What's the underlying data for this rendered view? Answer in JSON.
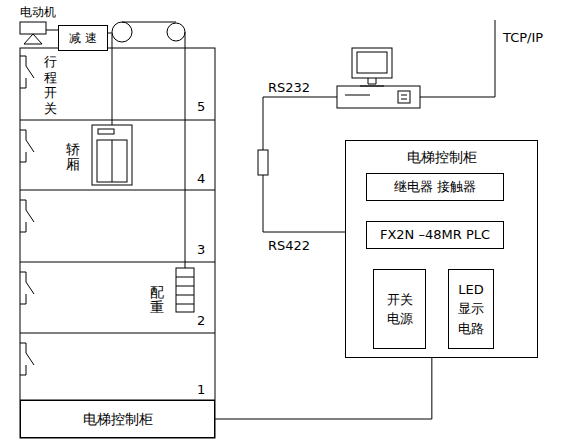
{
  "diagram": {
    "nodes": [
      {
        "text": [
          "减 速"
        ]
      },
      {
        "text": [
          "轿厢"
        ]
      },
      {
        "text": [
          "配重"
        ]
      },
      {
        "text": [
          "电梯控制柜"
        ]
      },
      {
        "text": [
          "电梯控制柜"
        ]
      },
      {
        "text": [
          "继电器 接触器"
        ],
        "in": 4
      },
      {
        "text": [
          "FX2N –48MR PLC"
        ],
        "in": 4
      },
      {
        "text": [
          "开关 电源"
        ],
        "in": 4
      },
      {
        "text": [
          "LED 显示 电路"
        ],
        "in": 4
      }
    ],
    "edges": [
      {
        "from": 3,
        "to": 4,
        "arrow": "none"
      }
    ],
    "labels": [
      "电动机",
      "行程开关",
      "5",
      "4",
      "3",
      "2",
      "1",
      "RS232",
      "RS422",
      "TCP/IP"
    ]
  }
}
